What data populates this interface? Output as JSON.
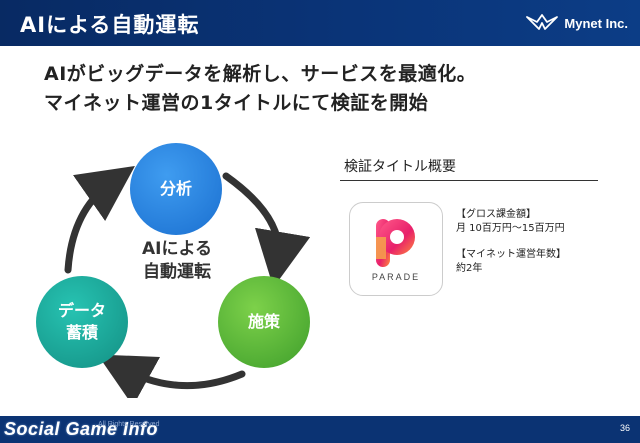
{
  "header": {
    "title": "AIによる自動運転",
    "logo_text": "Mynet Inc.",
    "logo_icon": "mynet-bird-logo"
  },
  "headline": {
    "line1": "AIがビッグデータを解析し、サービスを最適化。",
    "line2": "マイネット運営の1タイトルにて検証を開始"
  },
  "cycle": {
    "node_analysis": "分析",
    "node_measures": "施策",
    "node_data_line1": "データ",
    "node_data_line2": "蓄積",
    "center_line1": "AIによる",
    "center_line2": "自動運転",
    "colors": {
      "analysis": "#1a6fd0",
      "measures": "#3e9e2b",
      "data": "#138f83",
      "arrow": "#333333"
    }
  },
  "detail": {
    "title": "検証タイトル概要",
    "app_name": "PARADE",
    "app_icon": "parade-p-logo",
    "gross_label": "【グロス課金額】",
    "gross_value": "月 10百万円〜15百万円",
    "years_label": "【マイネット運営年数】",
    "years_value": "約2年"
  },
  "footer": {
    "brand": "Social Game Info",
    "copyright": "All Rights Reserved",
    "page": "36"
  }
}
